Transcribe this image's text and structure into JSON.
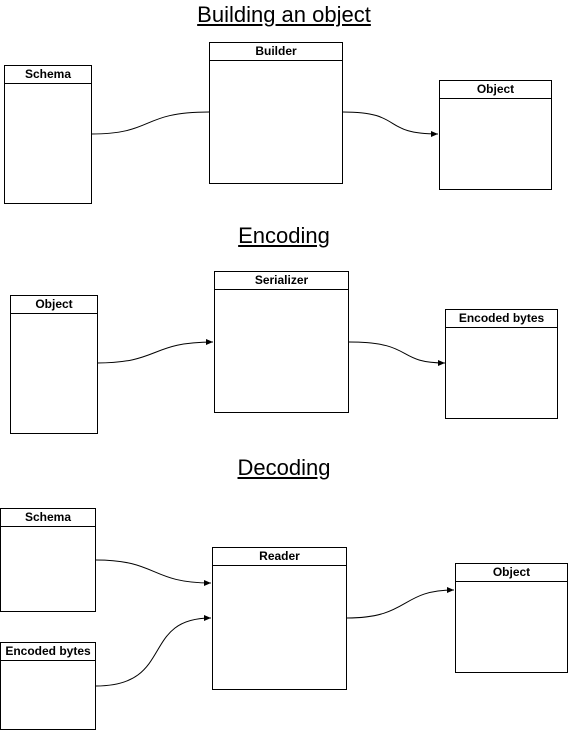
{
  "sections": [
    {
      "title": "Building an object",
      "inputs": [
        "Schema"
      ],
      "process": "Builder",
      "output": "Object"
    },
    {
      "title": "Encoding",
      "inputs": [
        "Object"
      ],
      "process": "Serializer",
      "output": "Encoded bytes"
    },
    {
      "title": "Decoding",
      "inputs": [
        "Schema",
        "Encoded bytes"
      ],
      "process": "Reader",
      "output": "Object"
    }
  ],
  "icons": {
    "process": "gears-icon"
  }
}
